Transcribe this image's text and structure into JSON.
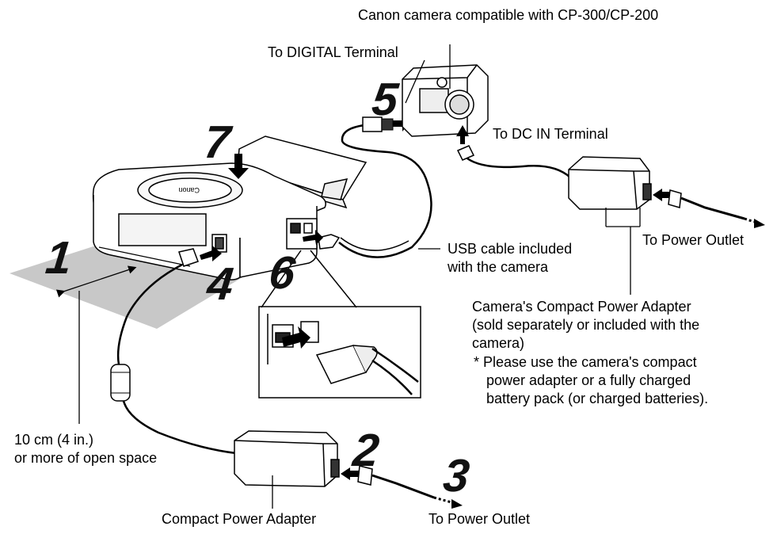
{
  "labels": {
    "camera_compatible": "Canon camera compatible with CP-300/CP-200",
    "to_digital_terminal": "To DIGITAL Terminal",
    "to_dc_in_terminal": "To DC IN Terminal",
    "to_power_outlet_top": "To Power Outlet",
    "usb_cable_line1": "USB cable included",
    "usb_cable_line2": "with the camera",
    "camera_adapter_line1": "Camera's Compact Power Adapter",
    "camera_adapter_line2": "(sold separately or included with the",
    "camera_adapter_line3": "camera)",
    "note_line1": "* Please use the camera's compact",
    "note_line2": "power adapter or a fully charged",
    "note_line3": "battery pack (or charged batteries).",
    "space_line1": "10 cm (4 in.)",
    "space_line2": "or more of open space",
    "compact_power_adapter": "Compact Power Adapter",
    "to_power_outlet_bottom": "To Power Outlet"
  },
  "steps": [
    "1",
    "2",
    "3",
    "4",
    "5",
    "6",
    "7"
  ],
  "printer_logo": "Canon",
  "colors": {
    "line": "#000000",
    "shade": "#c8c8c8",
    "body_fill": "#ffffff",
    "dark": "#333333"
  }
}
